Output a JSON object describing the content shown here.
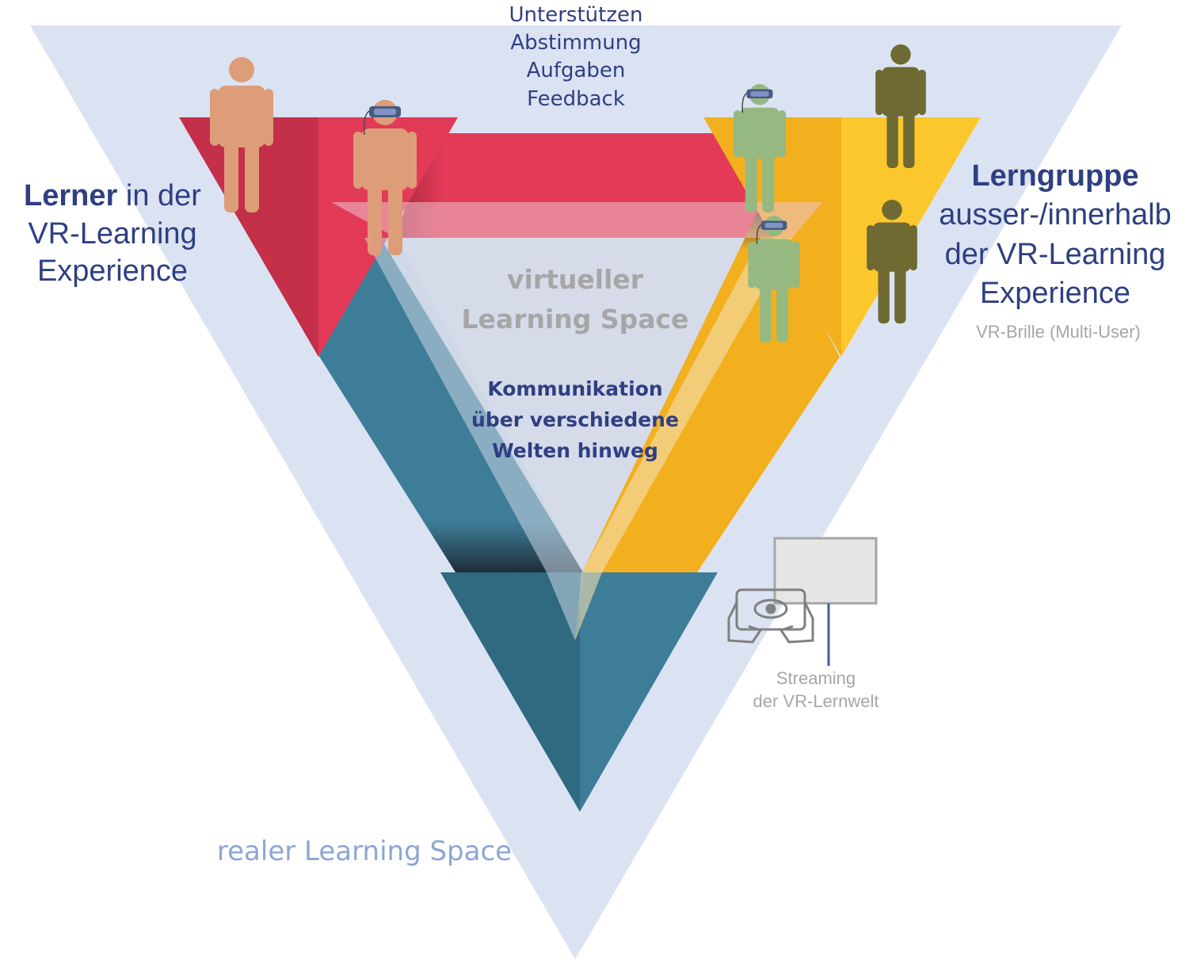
{
  "colors": {
    "outer": "#dbe3f3",
    "red": "#e23a57",
    "red_dark": "#c42f4a",
    "yellow": "#f2b01e",
    "yellow_light": "#fbc72c",
    "teal": "#3e7d98",
    "teal_dark": "#2f6a80",
    "skin": "#dc9d78",
    "green": "#96b982",
    "olive": "#6e6a32",
    "text_blue": "#2f3f82",
    "text_grey": "#a6a6a6",
    "text_light_blue": "#8ea6d5"
  },
  "top_labels": [
    "Unterstützen",
    "Abstimmung",
    "Aufgaben",
    "Feedback"
  ],
  "learner": {
    "bold": "Lerner",
    "rest": " in der",
    "line2": "VR-Learning",
    "line3": "Experience"
  },
  "group": {
    "bold": "Lerngruppe",
    "line2": "ausser-/innerhalb",
    "line3": "der VR-Learning",
    "line4": "Experience",
    "caption": "VR-Brille (Multi-User)"
  },
  "virtual_space": [
    "virtueller",
    "Learning Space"
  ],
  "communication": [
    "Kommunikation",
    "über verschiedene",
    "Welten hinweg"
  ],
  "streaming": [
    "Streaming",
    "der VR-Lernwelt"
  ],
  "real_space": "realer Learning Space",
  "icons": [
    "person-icon",
    "vr-headset-icon",
    "tablet-eye-icon",
    "screen-icon"
  ]
}
